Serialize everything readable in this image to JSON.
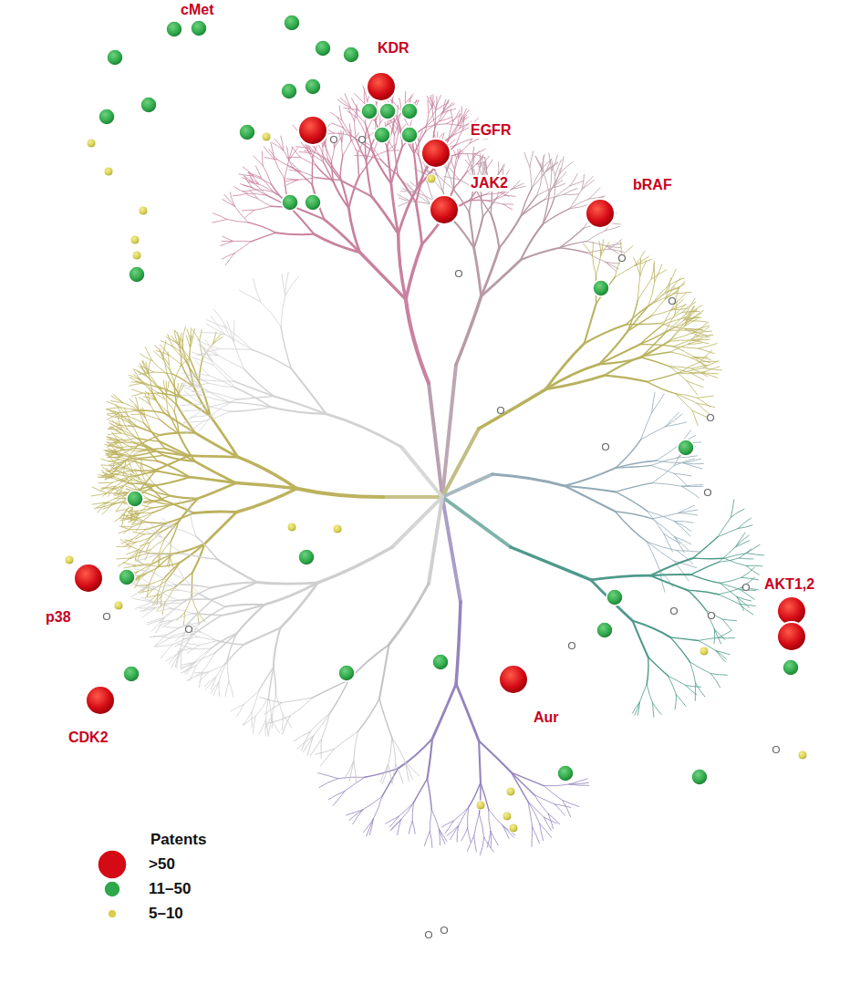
{
  "diagram": {
    "labels": [
      "cMet",
      "KDR",
      "EGFR",
      "JAK2",
      "bRAF",
      "AKT1,2",
      "Aur",
      "p38",
      "CDK2",
      "Patents"
    ],
    "legend": [
      {
        "text": ">50",
        "color": "#d40a14"
      },
      {
        "text": "11–50",
        "color": "#2ea84a"
      },
      {
        "text": "5–10",
        "color": "#d8d04c"
      }
    ]
  }
}
